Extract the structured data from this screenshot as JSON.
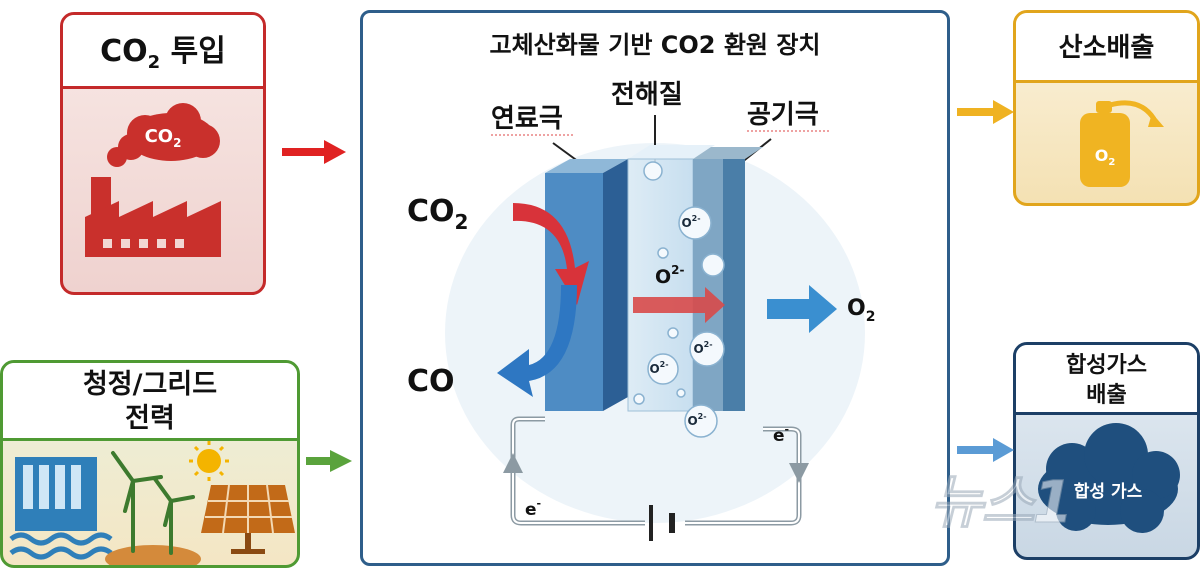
{
  "co2_input": {
    "title_main": "CO",
    "title_sub": "2",
    "title_rest": " 투입",
    "cloud_main": "CO",
    "cloud_sub": "2"
  },
  "power": {
    "title_line1": "청정/그리드",
    "title_line2": "전력"
  },
  "device": {
    "title": "고체산화물 기반 CO2 환원 장치",
    "label_fuel": "연료극",
    "label_electrolyte": "전해질",
    "label_air": "공기극",
    "co2_main": "CO",
    "co2_sub": "2",
    "co_label": "CO",
    "o2_main": "O",
    "o2_sub": "2",
    "ion_main": "O",
    "ion_sup": "2-",
    "electron": "e",
    "electron_sup": "-"
  },
  "oxygen_out": {
    "title": "산소배출",
    "tank_main": "O",
    "tank_sub": "2"
  },
  "syngas_out": {
    "title_line1": "합성가스",
    "title_line2": "배출",
    "cloud_label": "합성 가스"
  },
  "watermark": "뉴스1",
  "colors": {
    "red": "#c42a2a",
    "gold": "#e1a51c",
    "green": "#4f9a33",
    "navy": "#1c3f66",
    "device_border": "#2e5e8a"
  }
}
